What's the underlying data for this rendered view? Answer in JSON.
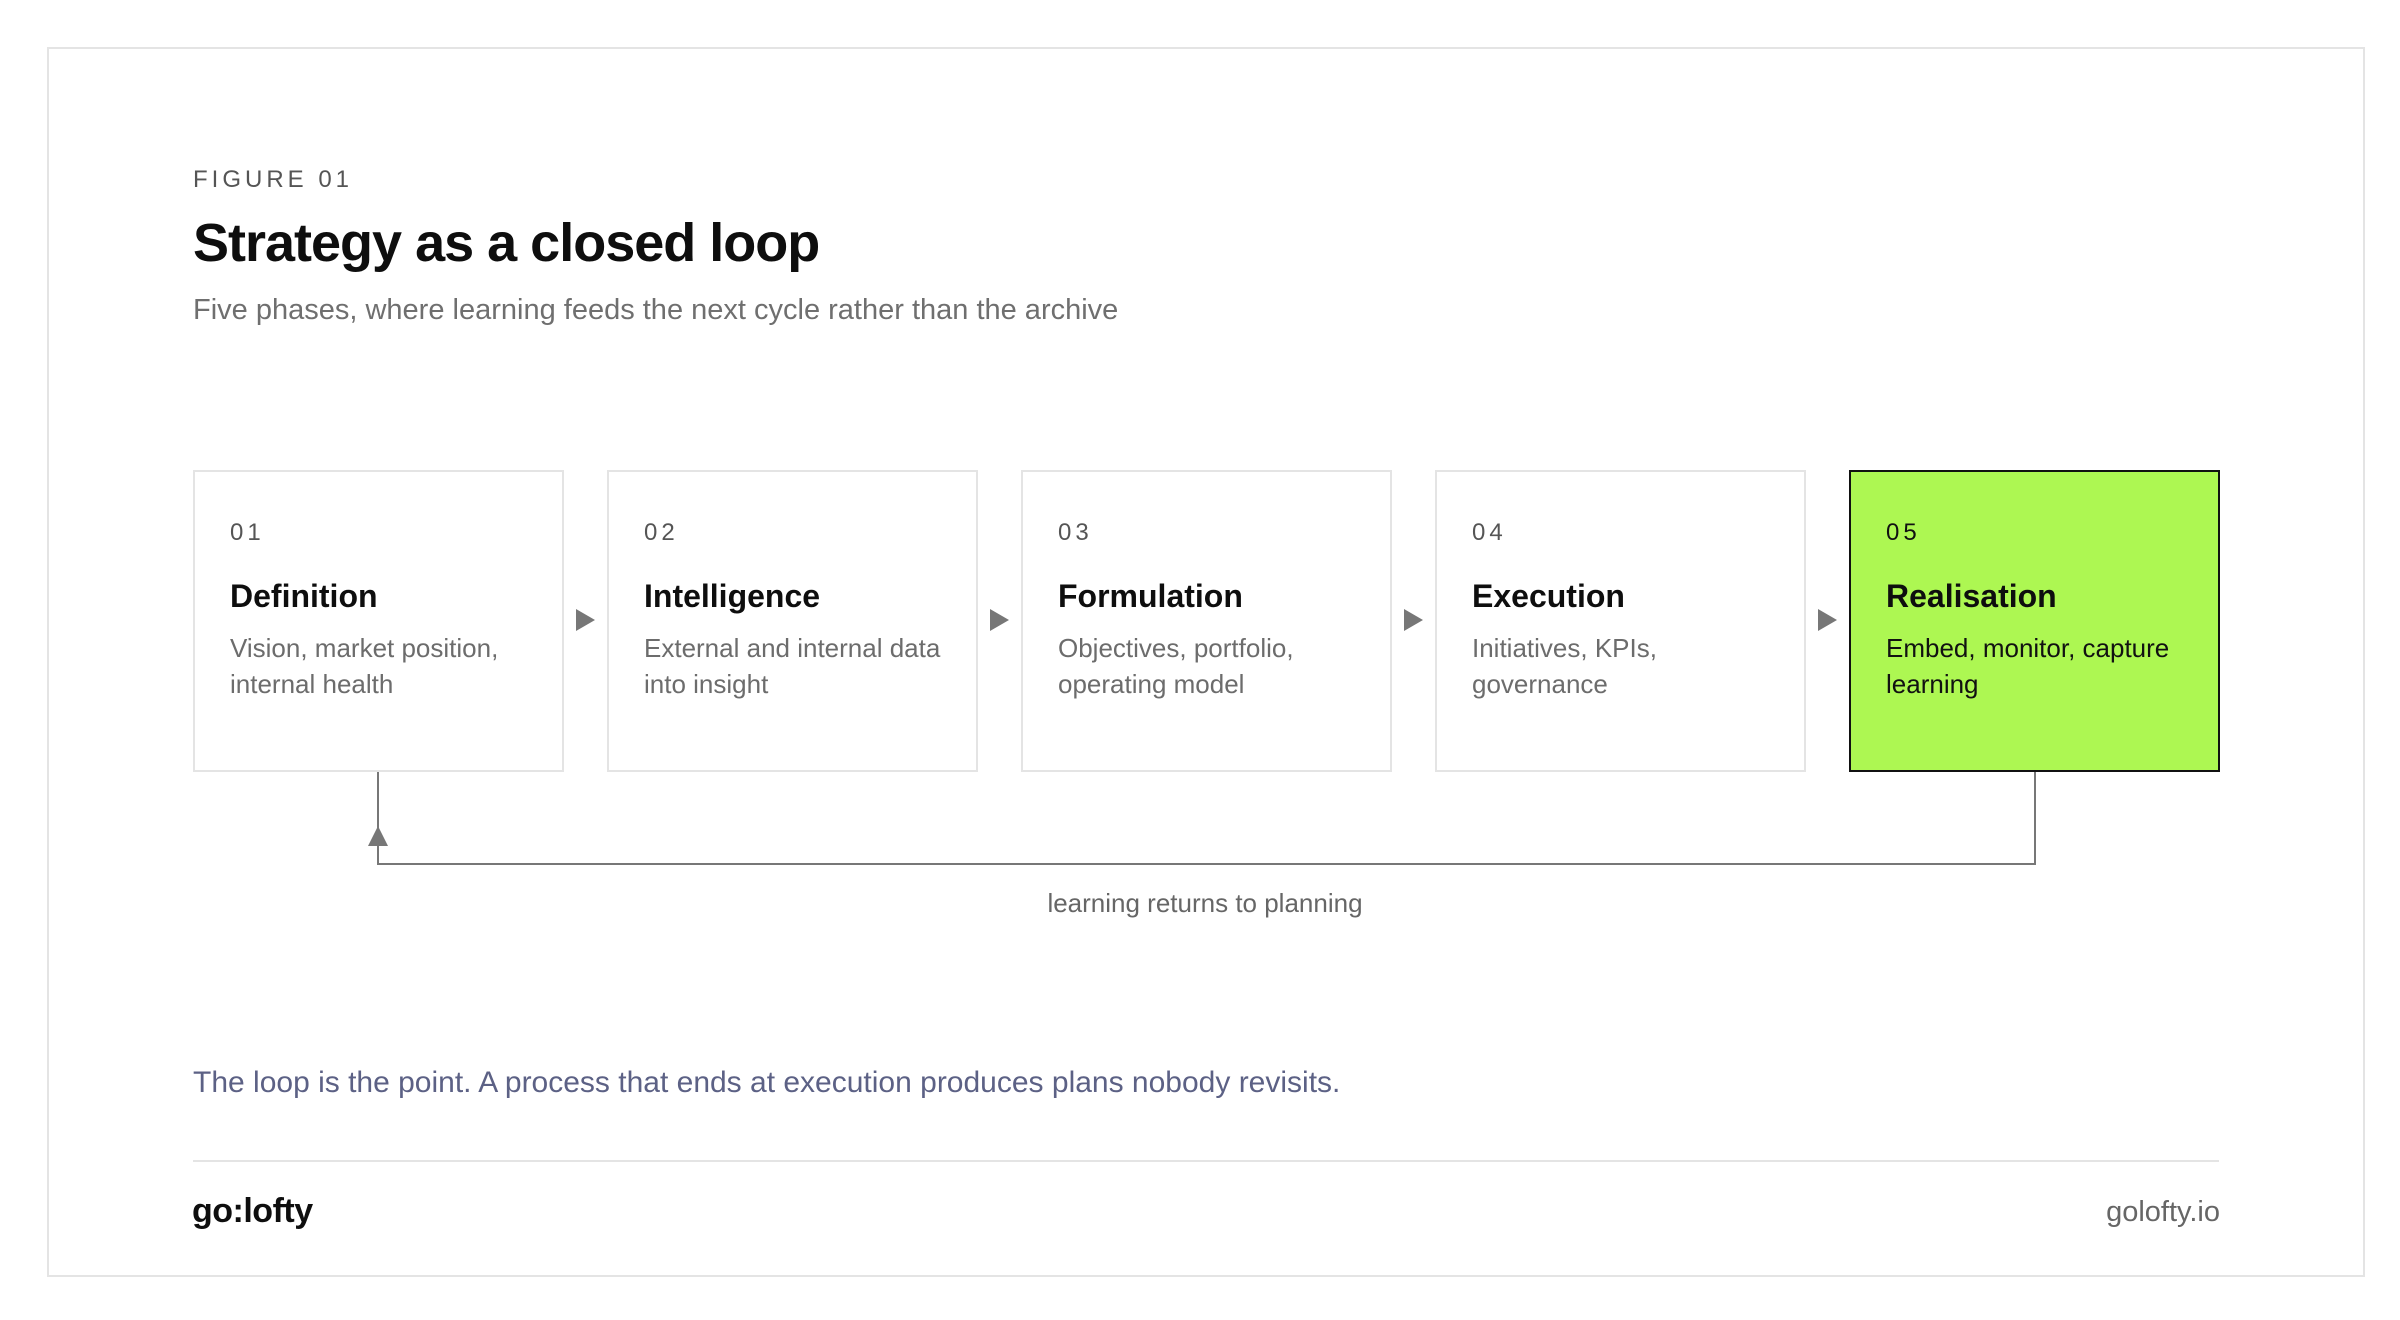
{
  "header": {
    "eyebrow": "FIGURE 01",
    "title": "Strategy as a closed loop",
    "subtitle": "Five phases, where learning feeds the next cycle rather than the archive"
  },
  "phases": [
    {
      "num": "01",
      "title": "Definition",
      "desc": "Vision, market position, internal health",
      "highlighted": false
    },
    {
      "num": "02",
      "title": "Intelligence",
      "desc": "External and internal data into insight",
      "highlighted": false
    },
    {
      "num": "03",
      "title": "Formulation",
      "desc": "Objectives, portfolio, operating model",
      "highlighted": false
    },
    {
      "num": "04",
      "title": "Execution",
      "desc": "Initiatives, KPIs, governance",
      "highlighted": false
    },
    {
      "num": "05",
      "title": "Realisation",
      "desc": "Embed, monitor, capture learning",
      "highlighted": true
    }
  ],
  "loop": {
    "label": "learning returns to planning"
  },
  "footnote": "The loop is the point. A process that ends at execution produces plans nobody revisits.",
  "footer": {
    "logo": "go:lofty",
    "site": "golofty.io"
  },
  "colors": {
    "accent": "#adf752",
    "footnote": "#5c6185",
    "connector": "#777777"
  }
}
